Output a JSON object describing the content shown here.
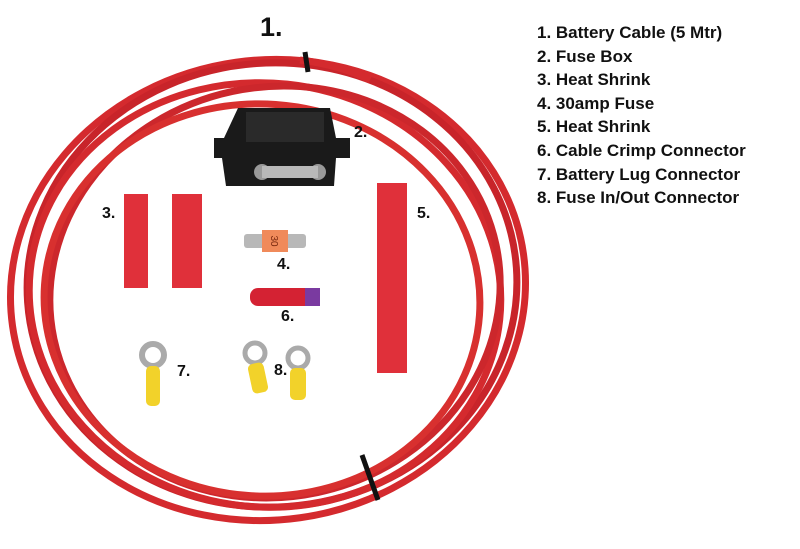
{
  "title_number": "1.",
  "part_labels": [
    "2.",
    "3.",
    "4.",
    "5.",
    "6.",
    "7.",
    "8."
  ],
  "fuse_marking": "30",
  "legend": [
    "1. Battery Cable (5 Mtr)",
    "2. Fuse Box",
    "3. Heat Shrink",
    "4. 30amp Fuse",
    "5. Heat Shrink",
    "6. Cable Crimp Connector",
    "7. Battery Lug Connector",
    "8. Fuse In/Out Connector"
  ],
  "colors": {
    "cable": "#d42a2e",
    "heat_shrink": "#e0303a",
    "fuse_box": "#1a1a1a",
    "fuse": "#f08a5a",
    "lug_insulation": "#f2d22a"
  }
}
